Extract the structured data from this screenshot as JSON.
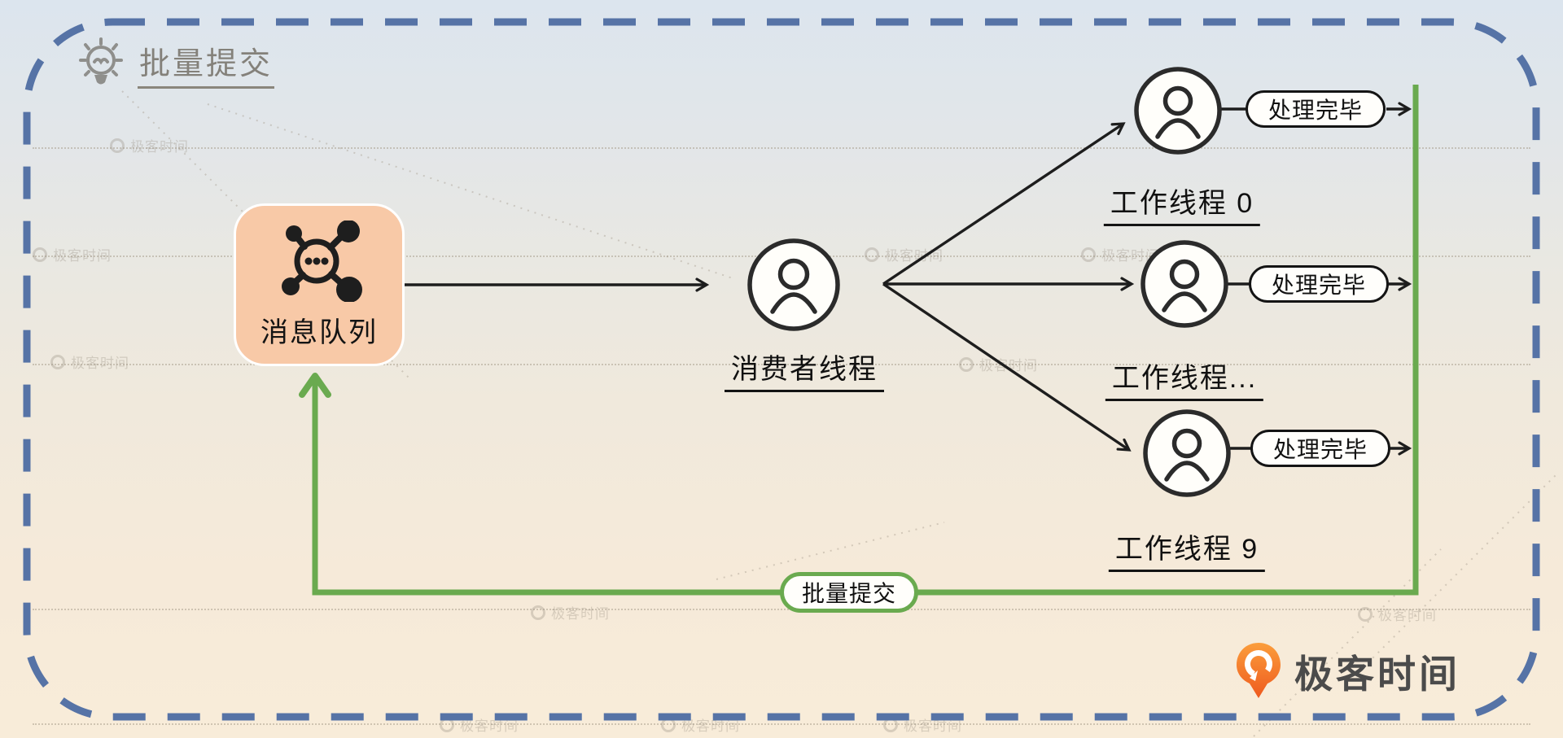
{
  "title": {
    "label": "批量提交"
  },
  "nodes": {
    "queue": {
      "label": "消息队列"
    },
    "consumer": {
      "label": "消费者线程"
    },
    "workers": [
      {
        "label": "工作线程 0",
        "status": "处理完毕"
      },
      {
        "label": "工作线程...",
        "status": "处理完毕"
      },
      {
        "label": "工作线程 9",
        "status": "处理完毕"
      }
    ],
    "batch_badge": {
      "label": "批量提交"
    }
  },
  "branding": {
    "logo_text": "极客时间",
    "watermark_text": "极客时间"
  },
  "colors": {
    "accent_green": "#6aaa4f",
    "queue_fill": "#f8c9a7",
    "border_blue": "#5673a6",
    "stroke_dark": "#1d1d1d",
    "logo_orange": "#f4691e"
  }
}
